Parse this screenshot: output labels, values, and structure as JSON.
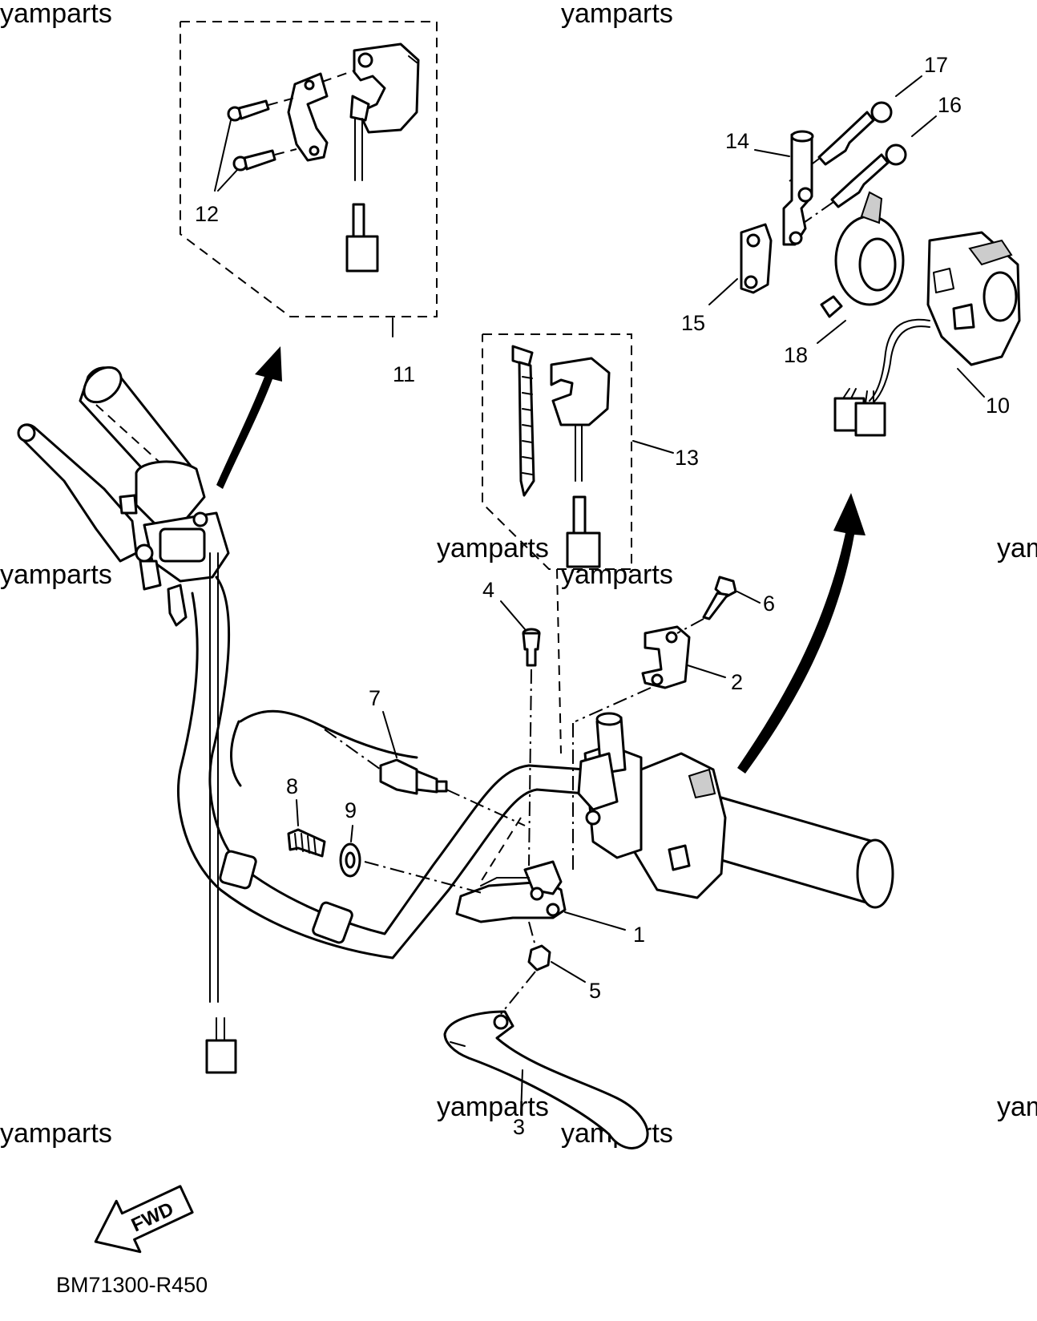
{
  "watermark": "yamparts",
  "diagram_code": "BM71300-R450",
  "fwd_label": "FWD",
  "callouts": {
    "c1": "1",
    "c2": "2",
    "c3": "3",
    "c4": "4",
    "c5": "5",
    "c6": "6",
    "c7": "7",
    "c8": "8",
    "c9": "9",
    "c10": "10",
    "c11": "11",
    "c12": "12",
    "c13": "13",
    "c14": "14",
    "c15": "15",
    "c16": "16",
    "c17": "17",
    "c18": "18"
  }
}
